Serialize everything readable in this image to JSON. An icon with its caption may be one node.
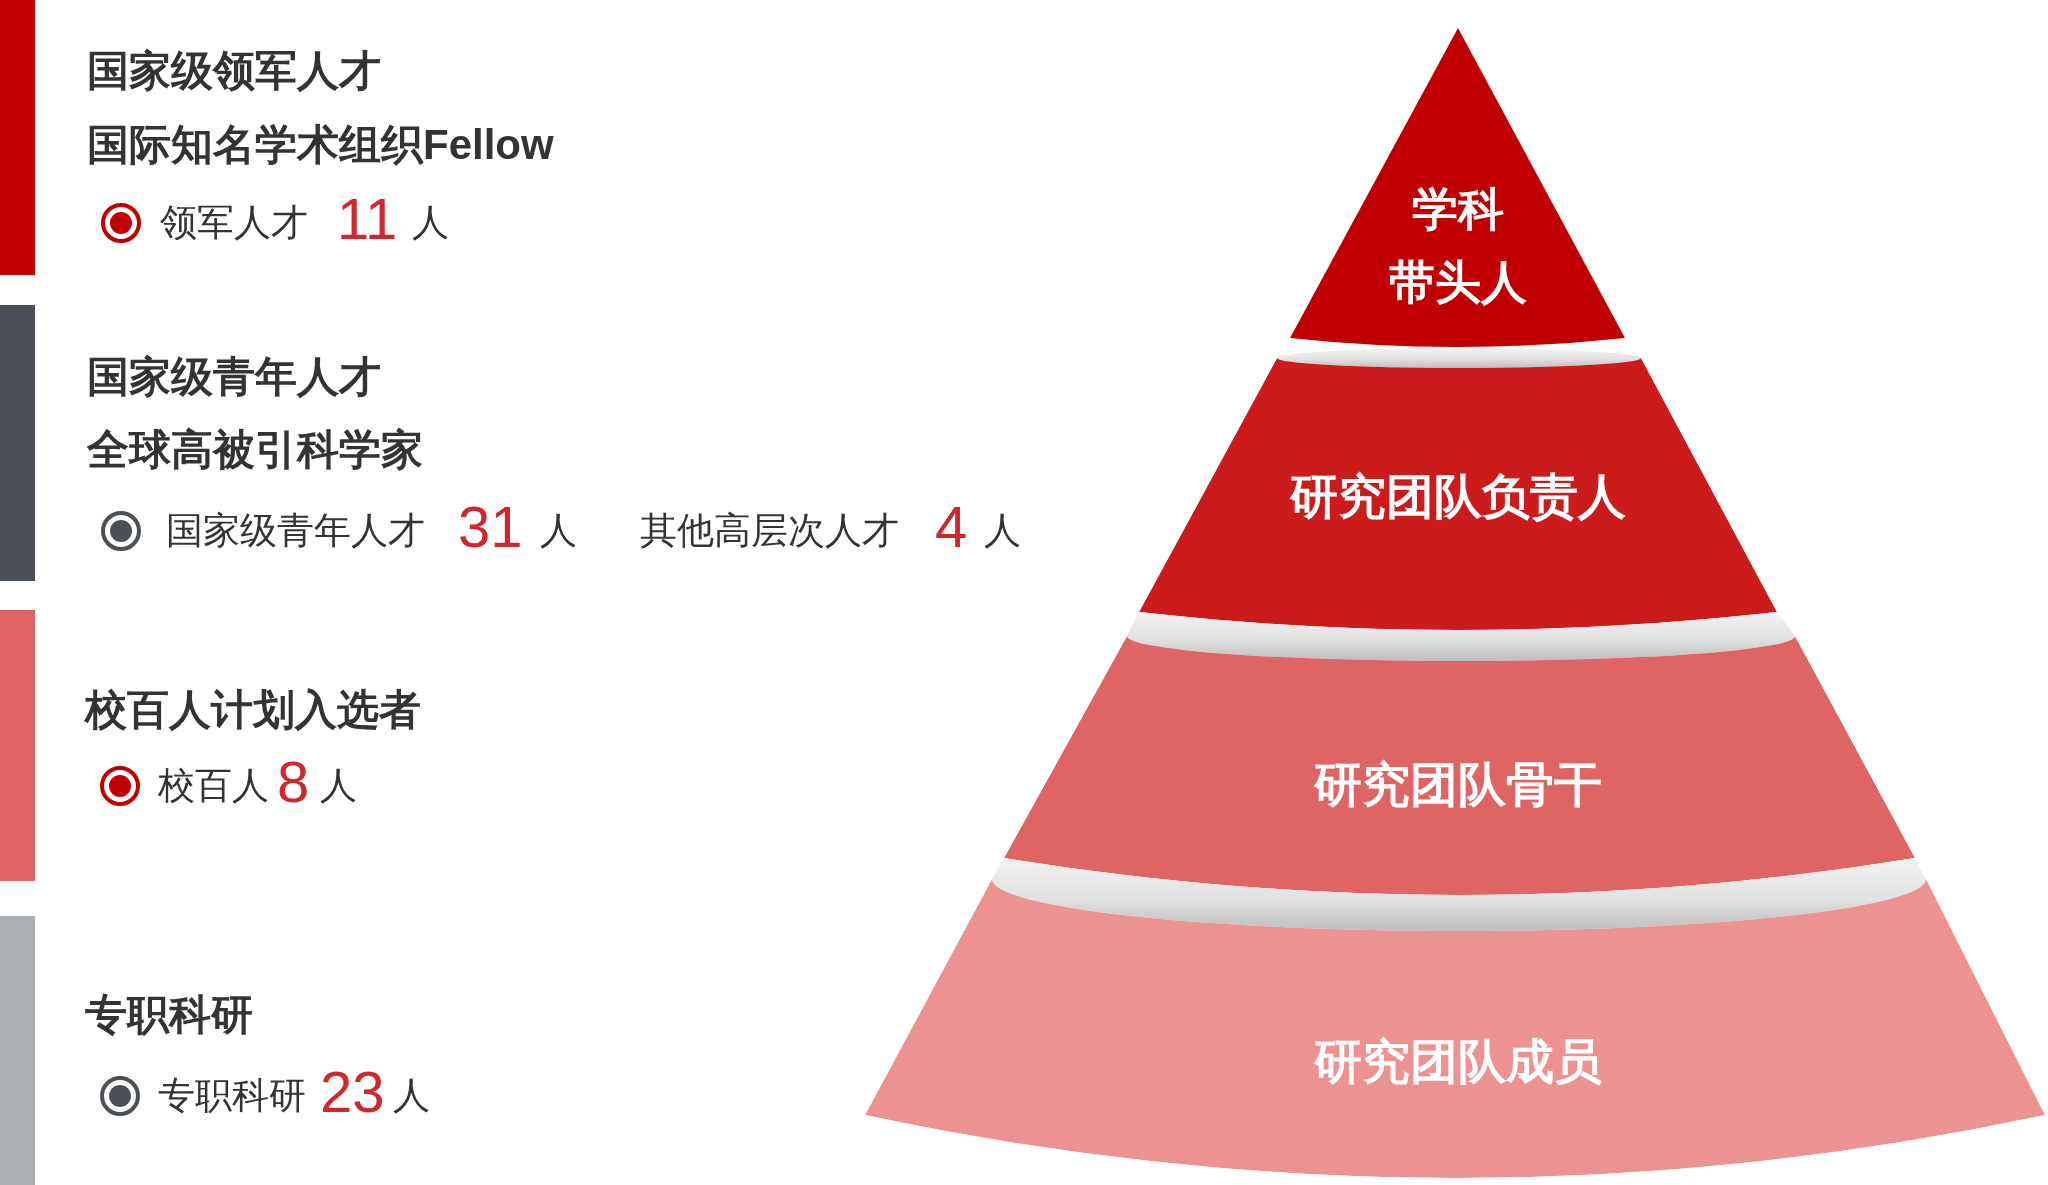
{
  "diagram": {
    "nodes": [
      {
        "text": [
          "学科带头人"
        ]
      },
      {
        "text": [
          "研究团队负责人"
        ]
      },
      {
        "text": [
          "研究团队骨干"
        ]
      },
      {
        "text": [
          "研究团队成员"
        ]
      }
    ],
    "labels": [
      "国家级领军人才",
      "国际知名学术组织Fellow",
      "领军人才",
      "11",
      "人",
      "国家级青年人才",
      "全球高被引科学家",
      "国家级青年人才",
      "31",
      "人",
      "其他高层次人才",
      "4",
      "人",
      "校百人计划入选者",
      "校百人",
      "8",
      "人",
      "专职科研",
      "专职科研",
      "23",
      "人"
    ]
  }
}
